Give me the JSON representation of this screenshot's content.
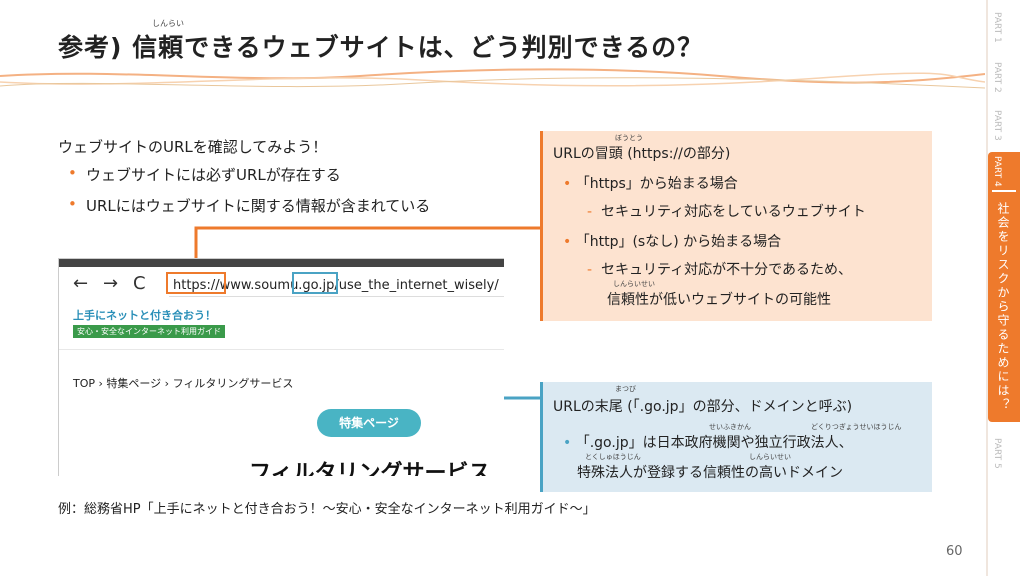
{
  "title": {
    "text": "参考) 信頼できるウェブサイトは、どう判別できるの？",
    "ruby": "しんらい"
  },
  "nav": {
    "parts": [
      "PART 1",
      "PART 2",
      "PART 3",
      "PART 4",
      "PART 5"
    ],
    "active_label": "社会をリスクから守るためには？"
  },
  "intro": "ウェブサイトのURLを確認してみよう！",
  "bullets": [
    "ウェブサイトには必ずURLが存在する",
    "URLにはウェブサイトに関する情報が含まれている"
  ],
  "browser": {
    "back": "←",
    "forward": "→",
    "reload": "C",
    "url": "https://www.soumu.go.jp/use_the_internet_wisely/",
    "logo_main": "上手にネットと付き合おう！",
    "logo_sub": "安心・安全なインターネット利用ガイド",
    "breadcrumb": "TOP  ›  特集ページ  ›  フィルタリングサービス",
    "pill": "特集ページ",
    "heading": "フィルタリングサービス"
  },
  "orange_box": {
    "heading": "URLの冒頭 (https://の部分)",
    "heading_ruby": "ぼうとう",
    "b1": "「https」から始まる場合",
    "b1_sub": "セキュリティ対応をしているウェブサイト",
    "b2": "「http」(sなし) から始まる場合",
    "b2_sub1": "セキュリティ対応が不十分であるため、",
    "b2_sub2": "信頼性が低いウェブサイトの可能性",
    "b2_sub2_ruby": "しんらいせい"
  },
  "blue_box": {
    "heading": "URLの末尾 (「.go.jp」の部分、ドメインと呼ぶ)",
    "heading_ruby": "まつび",
    "b1_line1": "「.go.jp」は日本政府機関や独立行政法人、",
    "b1_line2": "特殊法人が登録する信頼性の高いドメイン",
    "ruby_seifu": "せいふきかん",
    "ruby_dokuritsu": "どくりつぎょうせいほうじん",
    "ruby_tokushu": "とくしゅほうじん",
    "ruby_shinrai": "しんらいせい"
  },
  "caption": "例：総務省HP「上手にネットと付き合おう！～安心・安全なインターネット利用ガイド～」",
  "page_number": "60"
}
